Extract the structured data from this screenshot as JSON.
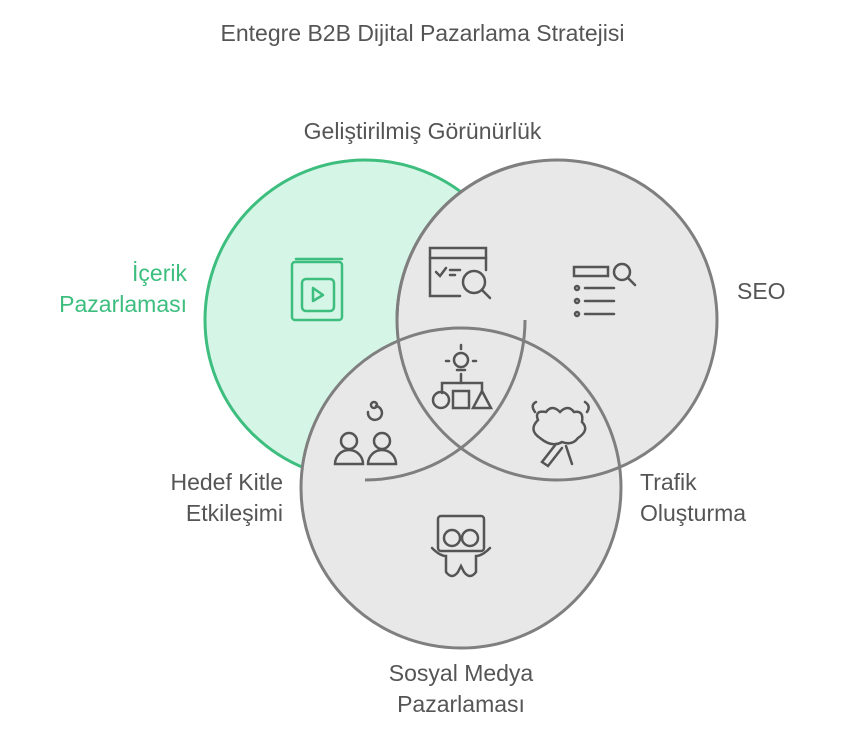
{
  "title": "Entegre B2B Dijital Pazarlama Stratejisi",
  "labels": {
    "visibility": "Geliştirilmiş Görünürlük",
    "content_1": "İçerik",
    "content_2": "Pazarlaması",
    "seo": "SEO",
    "audience_1": "Hedef Kitle",
    "audience_2": "Etkileşimi",
    "traffic_1": "Trafik",
    "traffic_2": "Oluşturma",
    "social_1": "Sosyal Medya",
    "social_2": "Pazarlaması"
  },
  "colors": {
    "accent": "#3dbe7e",
    "accent_fill": "#d5f5e6",
    "gray_fill": "#e8e8e8",
    "stroke": "#7f7f7f",
    "text": "#555555"
  }
}
